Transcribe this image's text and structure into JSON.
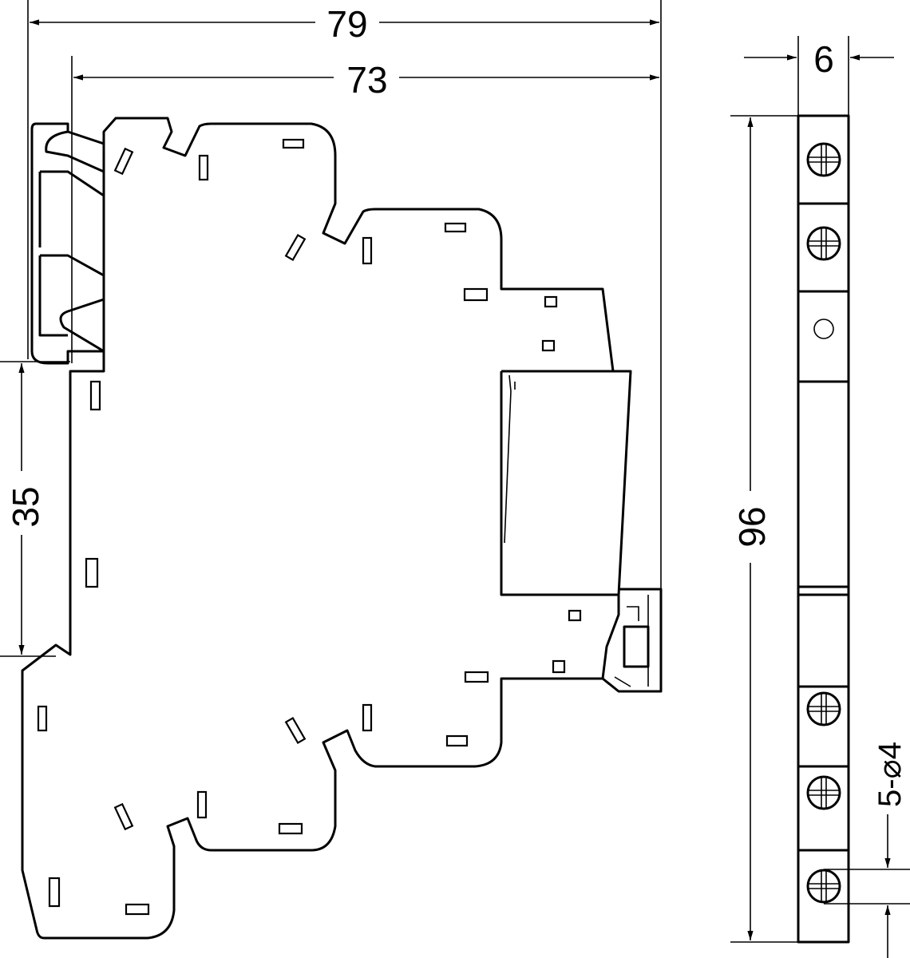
{
  "dimensions": {
    "overall_depth": "79",
    "body_depth": "73",
    "rail_height": "35",
    "height": "96",
    "width": "6",
    "terminals": "5-⌀4"
  },
  "colors": {
    "line": "#000000",
    "background": "#ffffff"
  }
}
